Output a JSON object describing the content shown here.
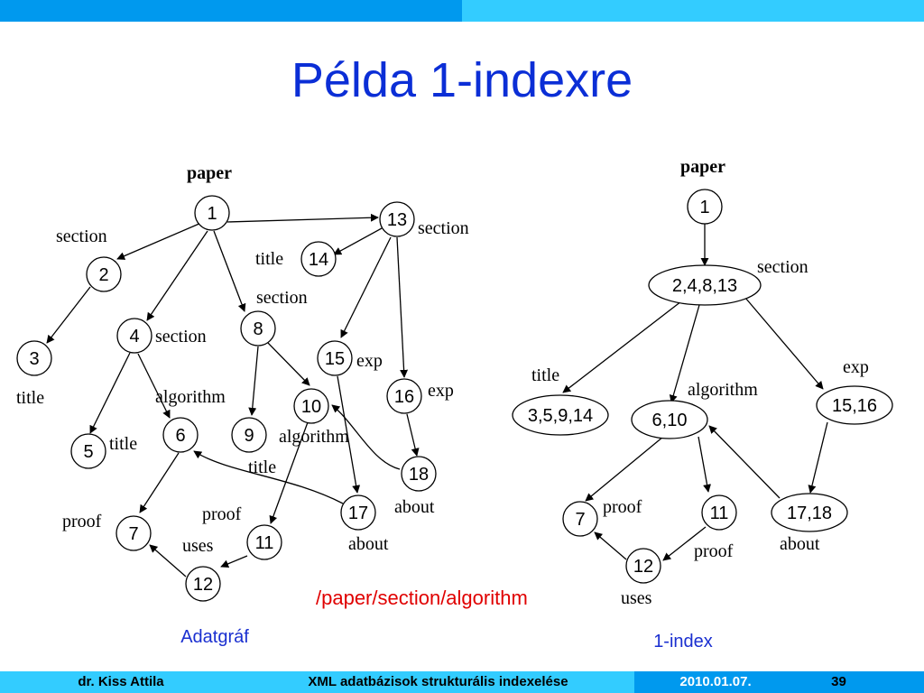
{
  "title": "Példa 1-indexre",
  "footer": {
    "author": "dr. Kiss Attila",
    "title": "XML adatbázisok strukturális indexelése",
    "date": "2010.01.07.",
    "page": "39"
  },
  "query": "/paper/section/algorithm",
  "left_graph": {
    "caption": "Adatgráf",
    "nodes": [
      "1",
      "2",
      "3",
      "4",
      "5",
      "6",
      "7",
      "8",
      "9",
      "10",
      "11",
      "12",
      "13",
      "14",
      "15",
      "16",
      "17",
      "18"
    ],
    "labels": {
      "paper": "paper",
      "section_2": "section",
      "title_3": "title",
      "section_4": "section",
      "algorithm_6": "algorithm",
      "title_5": "title",
      "proof_7": "proof",
      "uses_12": "uses",
      "proof_11": "proof",
      "section_8": "section",
      "title_9": "title",
      "algorithm_10": "algorithm",
      "section_13": "section",
      "title_14": "title",
      "exp_15": "exp",
      "exp_16": "exp",
      "about_18": "about",
      "about_17": "about"
    }
  },
  "right_graph": {
    "caption": "1-index",
    "nodes": [
      "1",
      "2,4,8,13",
      "3,5,9,14",
      "6,10",
      "15,16",
      "7",
      "11",
      "12",
      "17,18"
    ],
    "labels": {
      "paper": "paper",
      "section": "section",
      "title": "title",
      "algorithm": "algorithm",
      "exp": "exp",
      "proof_7": "proof",
      "proof_11": "proof",
      "uses": "uses",
      "about": "about"
    }
  }
}
